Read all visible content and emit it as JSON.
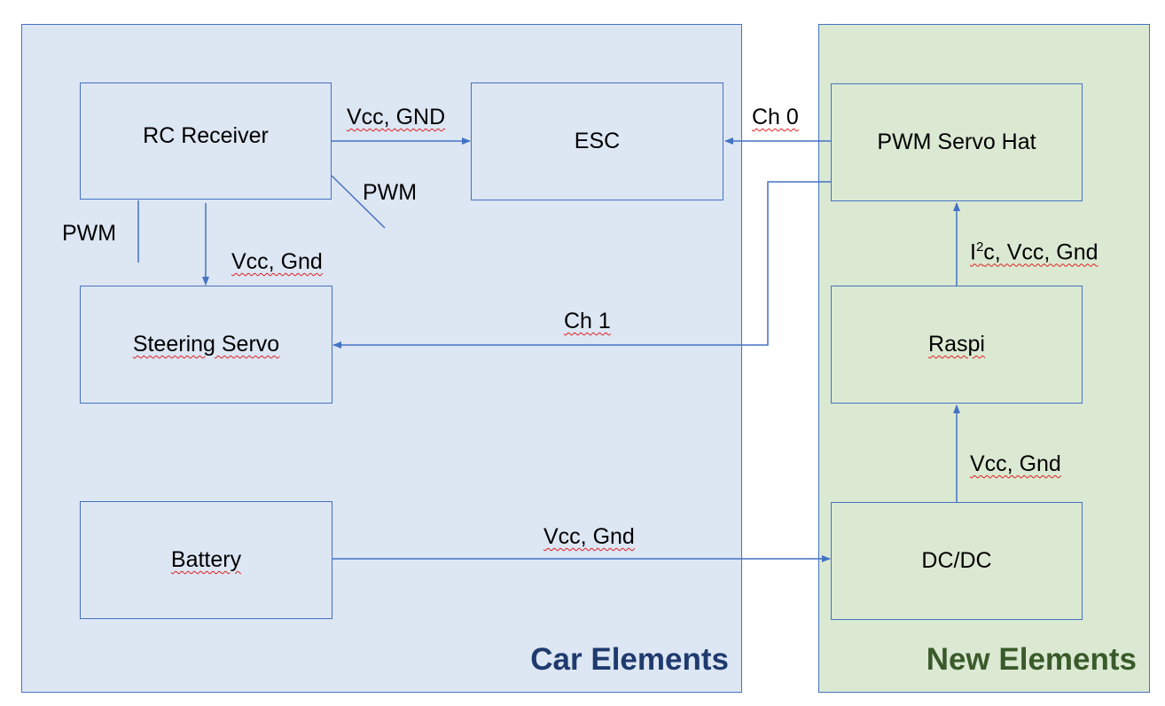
{
  "panels": {
    "car": "Car Elements",
    "new": "New Elements"
  },
  "boxes": {
    "rc_receiver": "RC Receiver",
    "esc": "ESC",
    "steering_servo": "Steering Servo",
    "battery": "Battery",
    "pwm_servo_hat": "PWM Servo Hat",
    "raspi": "Raspi",
    "dcdc": "DC/DC"
  },
  "labels": {
    "rc_to_esc": "Vcc, GND",
    "rc_pwm_right": "PWM",
    "rc_pwm_left": "PWM",
    "rc_to_servo": "Vcc, Gnd",
    "ch0": "Ch 0",
    "ch1": "Ch 1",
    "i2c_prefix": "I",
    "i2c_sup": "2",
    "i2c_rest": "c, Vcc, Gnd",
    "dcdc_to_raspi": "Vcc, Gnd",
    "battery_to_dcdc": "Vcc, Gnd"
  },
  "colors": {
    "wire": "#4472c4",
    "car_fill": "#dde6f3",
    "new_fill": "#dbe9d3",
    "car_title": "#1f3a6e",
    "new_title": "#3a5a2a"
  }
}
